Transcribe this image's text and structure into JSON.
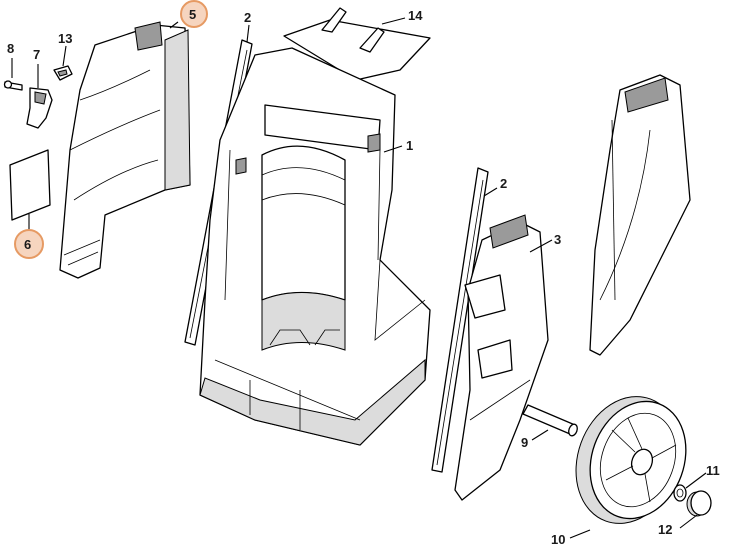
{
  "callouts": {
    "c1": "1",
    "c2a": "2",
    "c2b": "2",
    "c3": "3",
    "c5": "5",
    "c6": "6",
    "c7": "7",
    "c8": "8",
    "c9": "9",
    "c10": "10",
    "c11": "11",
    "c12": "12",
    "c13": "13",
    "c14": "14"
  },
  "highlight_color": "#f6d5bf",
  "highlighted_callouts": [
    "5",
    "6"
  ]
}
